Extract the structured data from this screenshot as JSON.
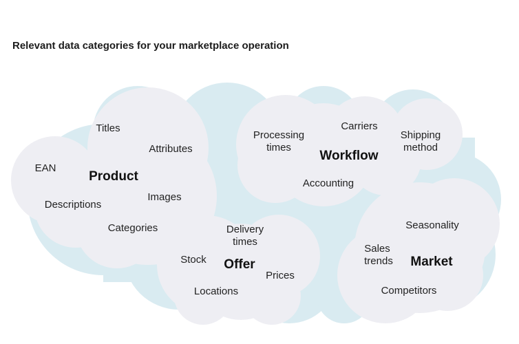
{
  "title": "Relevant data categories for your marketplace operation",
  "colors": {
    "background_cloud": "#d9ebf1",
    "bubble_fill": "#eeeef3",
    "text": "#222222"
  },
  "categories": {
    "product": {
      "name": "Product",
      "items": [
        "Titles",
        "Attributes",
        "EAN",
        "Images",
        "Descriptions",
        "Categories"
      ]
    },
    "workflow": {
      "name": "Workflow",
      "items": [
        "Processing",
        "times",
        "Carriers",
        "Shipping",
        "method",
        "Accounting"
      ]
    },
    "offer": {
      "name": "Offer",
      "items": [
        "Delivery",
        "times",
        "Stock",
        "Prices",
        "Locations"
      ]
    },
    "market": {
      "name": "Market",
      "items": [
        "Seasonality",
        "Sales",
        "trends",
        "Competitors"
      ]
    }
  }
}
